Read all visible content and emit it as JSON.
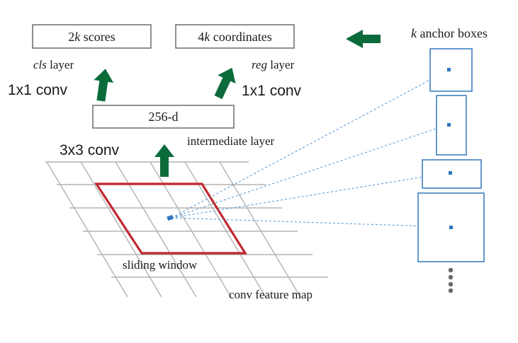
{
  "colors": {
    "arrow": "#0b6b3a",
    "sliding_window": "#c0282e",
    "anchor": "#3f7fbf",
    "grid": "#b3b3b3"
  },
  "boxes": {
    "cls_scores": {
      "prefix": "2",
      "italic": "k",
      "suffix": " scores"
    },
    "reg_coords": {
      "prefix": "4",
      "italic": "k",
      "suffix": " coordinates"
    },
    "intermediate": {
      "label": "256-d"
    }
  },
  "labels": {
    "cls_layer": {
      "italic": "cls",
      "rest": " layer"
    },
    "reg_layer": {
      "italic": "reg",
      "rest": " layer"
    },
    "conv_1x1_left": "1x1 conv",
    "conv_1x1_right": "1x1 conv",
    "conv_3x3": "3x3 conv",
    "intermediate_layer": "intermediate layer",
    "anchor_boxes": {
      "italic": "k",
      "rest": " anchor boxes"
    },
    "sliding_window": "sliding window",
    "feature_map": "conv feature map"
  },
  "icons": {
    "arrow": "arrow-up-icon",
    "arrow_left": "arrow-left-icon",
    "more": "vertical-ellipsis-icon"
  }
}
